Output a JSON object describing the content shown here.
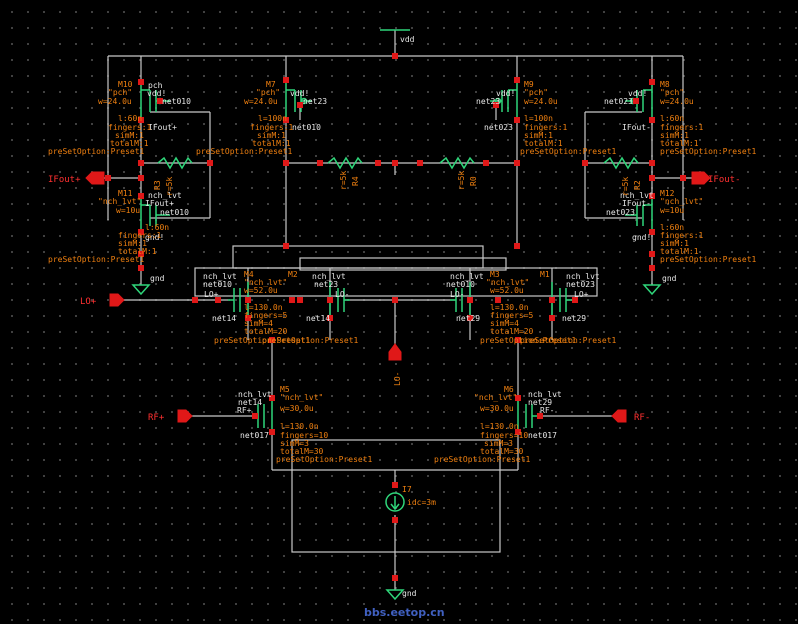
{
  "labels": {
    "vdd": "vdd",
    "gnd": "gnd",
    "idc": "idc=3m",
    "i7": "I7",
    "lo_minus_v": "LO-",
    "watermark": "bbs.eetop.cn"
  },
  "ports": {
    "ifout_plus": "IFout+",
    "ifout_minus": "IFout-",
    "lo_plus": "LO+",
    "lo_minus": "LO-",
    "rf_plus": "RF+",
    "rf_minus": "RF-"
  },
  "pmos": [
    {
      "name": "M10",
      "model": "\"pch\"",
      "w": "w=24.0u",
      "l": "l:60n",
      "fingers": "fingers:1",
      "simm": "simM:1",
      "totalm": "totalM:1",
      "preset": "preSetOption:Preset1",
      "bulk": "vdd!",
      "net": "net010",
      "out": "IFout+"
    },
    {
      "name": "M7",
      "model": "\"pch\"",
      "w": "w=24.0u",
      "l": "l=100n",
      "fingers": "fingers:1",
      "simm": "simM:1",
      "totalm": "totalM:1",
      "preset": "preSetOption:Preset1",
      "bulk": "vdd!",
      "net": "net23",
      "out": "net010"
    },
    {
      "name": "M9",
      "model": "\"pch\"",
      "w": "w=24.0u",
      "l": "l=100n",
      "fingers": "fingers:1",
      "simm": "simM:1",
      "totalm": "totalM:1",
      "preset": "preSetOption:Preset1",
      "bulk": "vdd!",
      "net": "net23",
      "out": "net023"
    },
    {
      "name": "M8",
      "model": "\"pch\"",
      "w": "w=24.0u",
      "l": "l:60n",
      "fingers": "fingers:1",
      "simm": "simM:1",
      "totalm": "totalM:1",
      "preset": "preSetOption:Preset1",
      "bulk": "vdd!",
      "net": "net023",
      "out": "IFout-"
    }
  ],
  "nmos_top": [
    {
      "name": "M11",
      "model": "\"nch_lvt\"",
      "w": "w=10u",
      "l": "l:60n",
      "fingers": "fingers:1",
      "simm": "simM:1",
      "totalm": "totalM:1",
      "preset": "preSetOption:Preset1",
      "bulk": "gnd!",
      "net": "net010",
      "out": "IFout+"
    },
    {
      "name": "M12",
      "model": "\"nch_lvt\"",
      "w": "w=10u",
      "l": "l:60n",
      "fingers": "fingers:1",
      "simm": "simM:1",
      "totalm": "totalM:1",
      "preset": "preSetOption:Preset1",
      "bulk": "gnd!",
      "net": "net023",
      "out": "IFout-"
    }
  ],
  "resistors": [
    {
      "name": "R3",
      "val": "r=5k"
    },
    {
      "name": "R4",
      "val": "r=5k"
    },
    {
      "name": "R0",
      "val": "r=5k"
    },
    {
      "name": "R2",
      "val": "r=5k"
    }
  ],
  "switch": [
    {
      "name": "M4",
      "type": "nch_lvt",
      "model": "\"nch_lvt\"",
      "w": "w=52.0u",
      "l": "l=130.0n",
      "fingers": "fingers=5",
      "simm": "simM=4",
      "totalm": "totalM=20",
      "preset": "preSetOption:Preset1",
      "net": "net010",
      "src": "net14",
      "gate": "LO+"
    },
    {
      "name": "M2",
      "type": "nch_lvt",
      "model": "\"nch_lvt\"",
      "w": "w=52.0u",
      "l": "l=130.0n",
      "fingers": "fingers=5",
      "simm": "simM=4",
      "totalm": "totalM=20",
      "preset": "preSetOption:Preset1",
      "net": "net23",
      "src": "net14",
      "gate": "LO-"
    },
    {
      "name": "M3",
      "type": "nch_lvt",
      "model": "\"nch_lvt\"",
      "w": "w=52.0u",
      "l": "l=130.0n",
      "fingers": "fingers=5",
      "simm": "simM=4",
      "totalm": "totalM=20",
      "preset": "preSetOption:Preset1",
      "net": "net010",
      "src": "net29",
      "gate": "LO-"
    },
    {
      "name": "M1",
      "type": "nch_lvt",
      "model": "\"nch_lvt\"",
      "w": "w=52.0u",
      "l": "l=130.0n",
      "fingers": "fingers=5",
      "simm": "simM=4",
      "totalm": "totalM=20",
      "preset": "preSetOption:Preset1",
      "net": "net023",
      "src": "net29",
      "gate": "LO+"
    }
  ],
  "rf": [
    {
      "name": "M5",
      "type": "nch_lvt",
      "model": "\"nch_lvt\"",
      "w": "w=30.0u",
      "l": "l=130.0n",
      "fingers": "fingers=10",
      "simm": "simM=3",
      "totalm": "totalM=30",
      "preset": "preSetOption:Preset1",
      "net": "net14",
      "src": "net017",
      "gate": "RF+"
    },
    {
      "name": "M6",
      "type": "nch_lvt",
      "model": "\"nch_lvt\"",
      "w": "w=30.0u",
      "l": "l=130.0n",
      "fingers": "fingers=10",
      "simm": "simM=3",
      "totalm": "totalM=30",
      "preset": "preSetOption:Preset1",
      "net": "net29",
      "src": "net017",
      "gate": "RF-"
    }
  ],
  "colors": {
    "wire": "#c8c8c8",
    "device": "#2fd67a",
    "label": "#f08010",
    "pin": "#e01818"
  }
}
